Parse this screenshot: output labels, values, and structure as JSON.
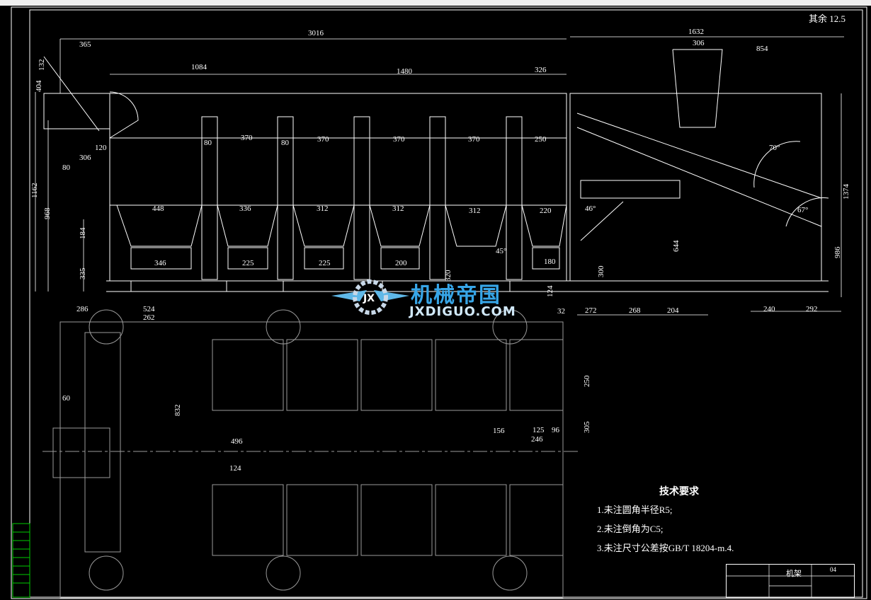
{
  "colors": {
    "line": "#ffffff",
    "grid": "#9a9a9a",
    "accent": "#37a6e8",
    "frame": "#ffffff"
  },
  "roughness": {
    "label": "其余",
    "value": "12.5"
  },
  "dimensions": {
    "d3016": "3016",
    "d1632": "1632",
    "d365": "365",
    "d306a": "306",
    "d854": "854",
    "d1084": "1084",
    "d1480": "1480",
    "d326": "326",
    "d132": "132",
    "d404": "404",
    "d120": "120",
    "d306b": "306",
    "d80a": "80",
    "d1162": "1162",
    "d968": "968",
    "d184": "184",
    "d335": "335",
    "d286": "286",
    "d524": "524",
    "d262": "262",
    "d80b": "80",
    "d370a": "370",
    "d80c": "80",
    "d370b": "370",
    "d370c": "370",
    "d370d": "370",
    "d250a": "250",
    "d448": "448",
    "d336": "336",
    "d312a": "312",
    "d312b": "312",
    "d312c": "312",
    "d220": "220",
    "d346": "346",
    "d225a": "225",
    "d225b": "225",
    "d200": "200",
    "d180": "180",
    "d320": "320",
    "d124a": "124",
    "d45": "45°",
    "d46": "46°",
    "d70": "70°",
    "d67": "67°",
    "d1374": "1374",
    "d986": "986",
    "d644": "644",
    "d300": "300",
    "d272": "272",
    "d268": "268",
    "d204": "204",
    "d240": "240",
    "d292": "292",
    "d32": "32",
    "d60": "60",
    "d832": "832",
    "d496": "496",
    "d124b": "124",
    "d250b": "250",
    "d305": "305",
    "d156": "156",
    "d125": "125",
    "d96": "96",
    "d246": "246"
  },
  "notes": {
    "heading": "技术要求",
    "line1": "1.未注圆角半径R5;",
    "line2": "2.未注倒角为C5;",
    "line3": "3.未注尺寸公差按GB/T 18204-m.4."
  },
  "logo": {
    "name": "机械帝国",
    "site": "JXDIGUO.COM",
    "badge": "JX"
  },
  "titleblock": {
    "name": "机架",
    "code": "04"
  }
}
